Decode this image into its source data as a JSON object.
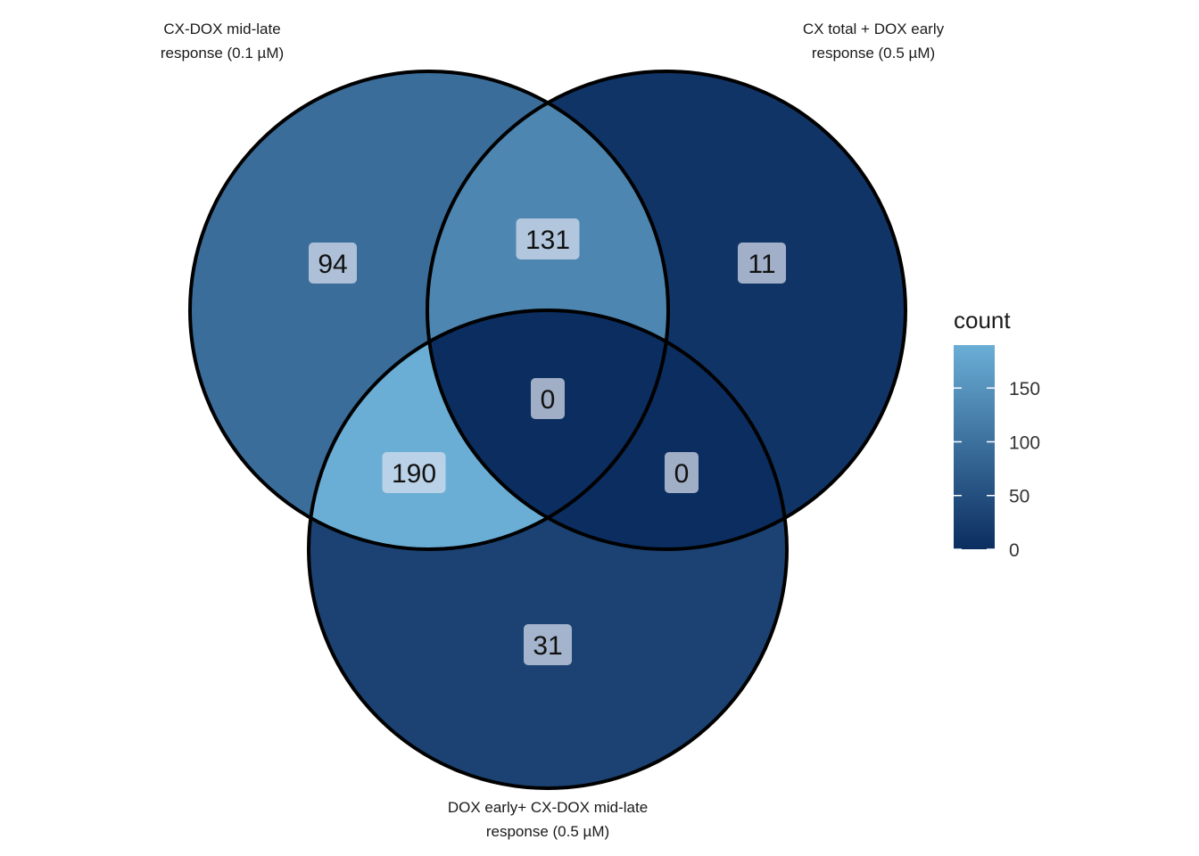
{
  "chart_data": {
    "type": "venn",
    "sets": [
      {
        "key": "A",
        "label_lines": [
          "CX-DOX mid-late",
          "response (0.1 µM)"
        ]
      },
      {
        "key": "B",
        "label_lines": [
          "CX total + DOX early",
          "response (0.5 µM)"
        ]
      },
      {
        "key": "C",
        "label_lines": [
          "DOX early+ CX-DOX mid-late",
          "response (0.5 µM)"
        ]
      }
    ],
    "regions": [
      {
        "sets": [
          "A"
        ],
        "count": 94
      },
      {
        "sets": [
          "B"
        ],
        "count": 11
      },
      {
        "sets": [
          "C"
        ],
        "count": 31
      },
      {
        "sets": [
          "A",
          "B"
        ],
        "count": 131
      },
      {
        "sets": [
          "A",
          "C"
        ],
        "count": 190
      },
      {
        "sets": [
          "B",
          "C"
        ],
        "count": 0
      },
      {
        "sets": [
          "A",
          "B",
          "C"
        ],
        "count": 0
      }
    ],
    "legend": {
      "title": "count",
      "ticks": [
        0,
        50,
        100,
        150
      ],
      "range": [
        0,
        190
      ],
      "low_color": "#0b2d5f",
      "high_color": "#6aaed6"
    },
    "colors": {
      "outline": "#000000",
      "label_box": "#d9e1ee"
    }
  }
}
